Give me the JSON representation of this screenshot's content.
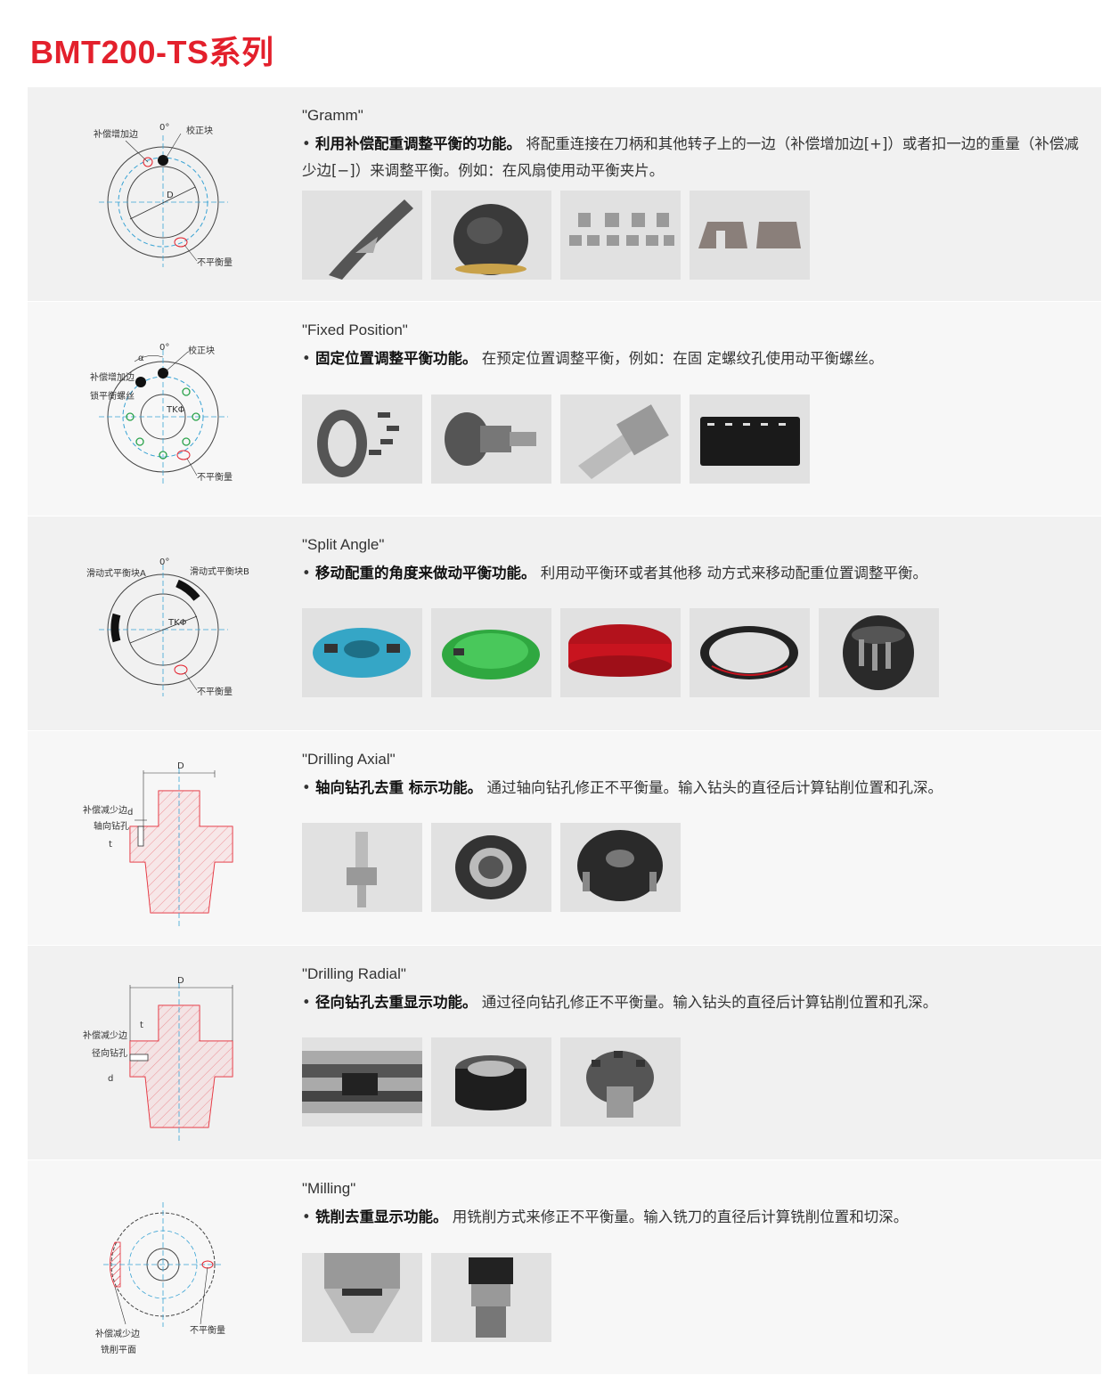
{
  "page": {
    "title": "BMT200-TS系列"
  },
  "colors": {
    "accent": "#e3202c",
    "panel": "#f1f1f1",
    "thumb_bg": "#e1e1e1"
  },
  "sections": [
    {
      "name": "\"Gramm\"",
      "bold": "利用补偿配重调整平衡的功能。",
      "text": "将配重连接在刀柄和其他转子上的一边（补偿增加边[+]）或者扣一边的重量（补偿减少边[−]）来调整平衡。例如：在风扇使用动平衡夹片。",
      "diagram_labels": {
        "compensate": "补偿增加边",
        "zero": "0°",
        "calib": "校正块",
        "unbal": "不平衡量",
        "d": "D"
      },
      "thumbs": [
        "fan-clip",
        "weight-cap",
        "weight-blocks",
        "clip-pieces"
      ]
    },
    {
      "name": "\"Fixed Position\"",
      "bold": "固定位置调整平衡功能。",
      "text": "在预定位置调整平衡，例如：在固 定螺纹孔使用动平衡螺丝。",
      "diagram_labels": {
        "compensate": "补偿增加边",
        "screw": "锁平衡螺丝",
        "zero": "0°",
        "calib": "校正块",
        "unbal": "不平衡量",
        "d": "TKΦ",
        "angle": "α"
      },
      "thumbs": [
        "ring-screws",
        "spindle-assembly",
        "tool-holder",
        "screw-kit"
      ]
    },
    {
      "name": "\"Split Angle\"",
      "bold": "移动配重的角度来做动平衡功能。",
      "text": "利用动平衡环或者其他移 动方式来移动配重位置调整平衡。",
      "diagram_labels": {
        "slideA": "滑动式平衡块A",
        "slideB": "滑动式平衡块B",
        "zero": "0°",
        "unbal": "不平衡量",
        "d": "TKΦ"
      },
      "thumbs": [
        "blue-ring",
        "green-ring",
        "red-ring",
        "black-ring",
        "cutter-head"
      ]
    },
    {
      "name": "\"Drilling Axial\"",
      "bold": "轴向钻孔去重 标示功能。",
      "text": "通过轴向钻孔修正不平衡量。输入钻头的直径后计算钻削位置和孔深。",
      "diagram_labels": {
        "reduce": "补偿减少边",
        "hole": "轴向钻孔",
        "D": "D",
        "d": "d",
        "t": "t"
      },
      "thumbs": [
        "axial-holder",
        "axial-nut",
        "axial-cutter"
      ]
    },
    {
      "name": "\"Drilling Radial\"",
      "bold": "径向钻孔去重显示功能。",
      "text": "通过径向钻孔修正不平衡量。输入钻头的直径后计算钻削位置和孔深。",
      "diagram_labels": {
        "reduce": "补偿减少边",
        "hole": "径向钻孔",
        "D": "D",
        "d": "d",
        "t": "t"
      },
      "thumbs": [
        "radial-shaft",
        "radial-nut",
        "radial-cutter"
      ]
    },
    {
      "name": "\"Milling\"",
      "bold": "铣削去重显示功能。",
      "text": "用铣削方式来修正不平衡量。输入铣刀的直径后计算铣削位置和切深。",
      "diagram_labels": {
        "reduce": "补偿减少边",
        "face": "铣削平面",
        "unbal": "不平衡量"
      },
      "thumbs": [
        "milling-holder",
        "milling-chuck"
      ]
    }
  ]
}
